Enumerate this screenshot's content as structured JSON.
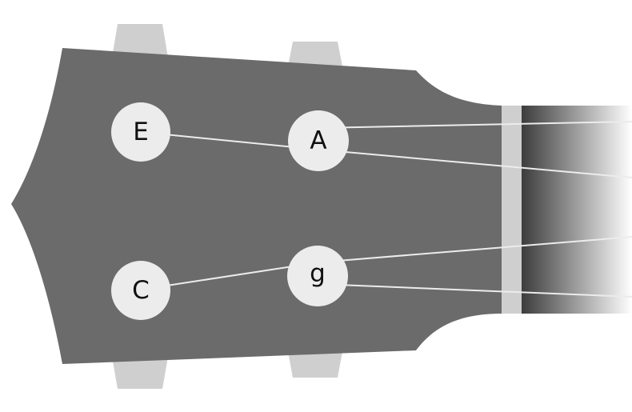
{
  "headstock": {
    "colors": {
      "headstock": "#6b6b6b",
      "peg_button": "#cfcfcf",
      "peg_circle": "#ececec",
      "string": "#ececec",
      "nut": "#cfcfcf",
      "fretboard_dark": "#3c3c3c",
      "fretboard_light": "#ffffff",
      "label": "#111111"
    },
    "pegs": [
      {
        "id": "E",
        "label": "E"
      },
      {
        "id": "A",
        "label": "A"
      },
      {
        "id": "C",
        "label": "C"
      },
      {
        "id": "g",
        "label": "g"
      }
    ]
  }
}
